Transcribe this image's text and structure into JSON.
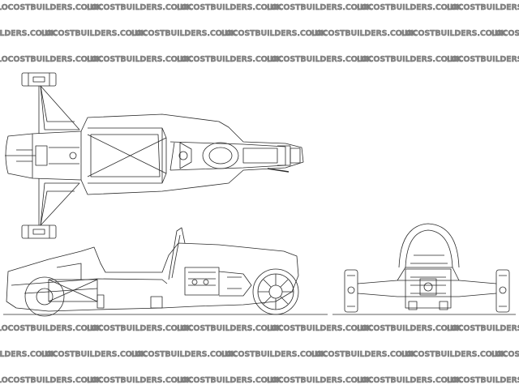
{
  "watermark": {
    "text": "LOCOSTBUILDERS.CO.UK",
    "logo_icon": "car-silhouette-icon",
    "color": "#8c8c8c"
  },
  "views": [
    "plan-view",
    "side-elevation",
    "front-elevation"
  ],
  "line_color": "#2a2a2a"
}
